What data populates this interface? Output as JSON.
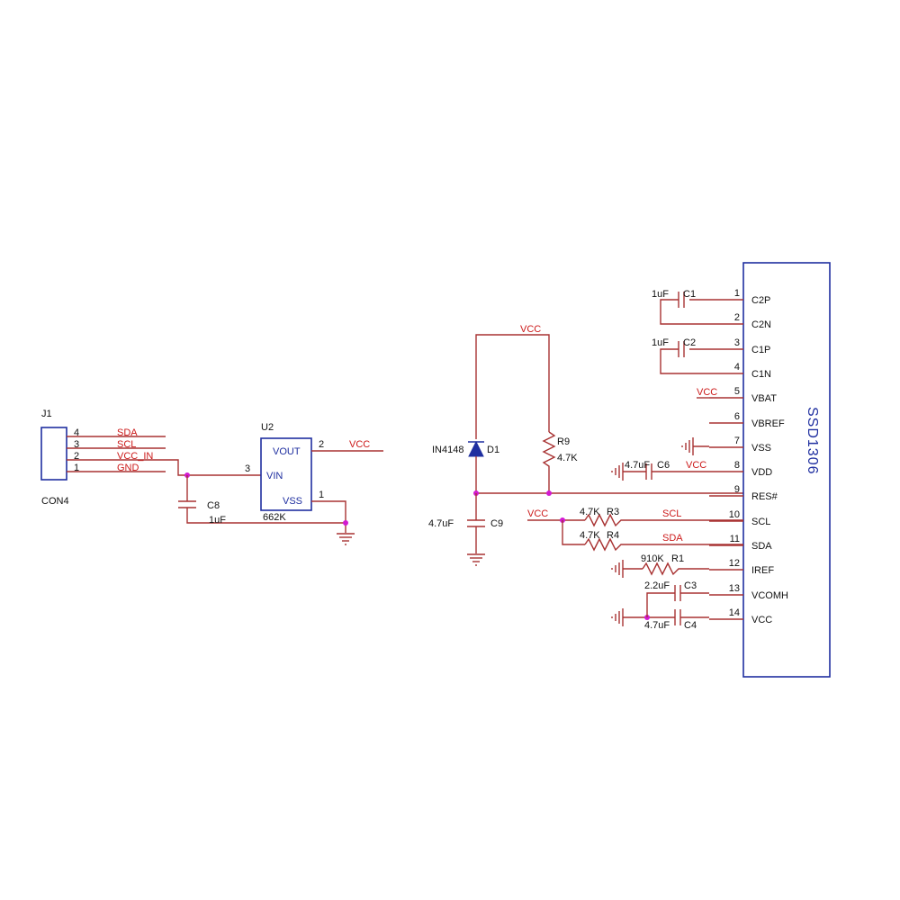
{
  "j1": {
    "ref": "J1",
    "type": "CON4",
    "pins": [
      {
        "num": "4",
        "net": "SDA"
      },
      {
        "num": "3",
        "net": "SCL"
      },
      {
        "num": "2",
        "net": "VCC_IN"
      },
      {
        "num": "1",
        "net": "GND"
      }
    ]
  },
  "c8": {
    "ref": "C8",
    "value": "1uF"
  },
  "u2": {
    "ref": "U2",
    "part": "662K",
    "vout": "VOUT",
    "vin": "VIN",
    "vss": "VSS",
    "pin_vout": "2",
    "pin_vin": "3",
    "pin_vss": "1",
    "out_net": "VCC"
  },
  "reset": {
    "vcc": "VCC",
    "d1_part": "IN4148",
    "d1_ref": "D1",
    "r9_ref": "R9",
    "r9_value": "4.7K",
    "c9_value": "4.7uF",
    "c9_ref": "C9"
  },
  "c1": {
    "value": "1uF",
    "ref": "C1"
  },
  "c2": {
    "value": "1uF",
    "ref": "C2"
  },
  "c6": {
    "value": "4.7uF",
    "ref": "C6",
    "net": "VCC"
  },
  "vbat_net": "VCC",
  "r3": {
    "value": "4.7K",
    "ref": "R3",
    "net": "SCL"
  },
  "r4": {
    "value": "4.7K",
    "ref": "R4",
    "net": "SDA"
  },
  "pullup_vcc": "VCC",
  "r1": {
    "value": "910K",
    "ref": "R1"
  },
  "c3": {
    "value": "2.2uF",
    "ref": "C3"
  },
  "c4": {
    "value": "4.7uF",
    "ref": "C4"
  },
  "ssd": {
    "title": "SSD1306",
    "pins": [
      {
        "num": "1",
        "name": "C2P"
      },
      {
        "num": "2",
        "name": "C2N"
      },
      {
        "num": "3",
        "name": "C1P"
      },
      {
        "num": "4",
        "name": "C1N"
      },
      {
        "num": "5",
        "name": "VBAT"
      },
      {
        "num": "6",
        "name": "VBREF"
      },
      {
        "num": "7",
        "name": "VSS"
      },
      {
        "num": "8",
        "name": "VDD"
      },
      {
        "num": "9",
        "name": "RES#"
      },
      {
        "num": "10",
        "name": "SCL"
      },
      {
        "num": "11",
        "name": "SDA"
      },
      {
        "num": "12",
        "name": "IREF"
      },
      {
        "num": "13",
        "name": "VCOMH"
      },
      {
        "num": "14",
        "name": "VCC"
      }
    ]
  }
}
